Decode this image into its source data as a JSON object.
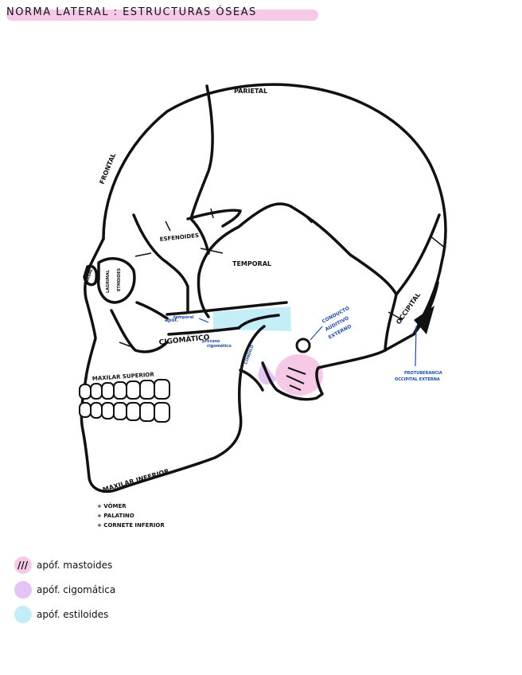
{
  "title": "NORMA LATERAL : ESTRUCTURAS ÓSEAS",
  "colors": {
    "mastoid": "#f6c9e6",
    "zygomatic": "#e3c4f4",
    "styloid": "#c4eef7",
    "ink": "#111111",
    "blue": "#1d4fa3"
  },
  "labels": {
    "frontal": "FRONTAL",
    "parietal": "PARIETAL",
    "esfenoides": "ESFENOIDES",
    "temporal": "TEMPORAL",
    "occipital": "OCCIPITAL",
    "nasal": "NASAL",
    "lagrimal": "LAGRIMAL",
    "etmoides": "ETMOIDES",
    "cigomatico": "CIGOMÁTICO",
    "maxilar_superior": "MAXILAR SUPERIOR",
    "maxilar_inferior": "MAXILAR INFERIOR"
  },
  "blue_labels": {
    "apof_line1": "apóf.",
    "apof_line2": "temporal",
    "apof_zig_line1": "proceso",
    "apof_zig_line2": "cigomático",
    "conducto_line1": "CONDUCTO",
    "conducto_line2": "AUDITIVO",
    "conducto_line3": "EXTERNO",
    "condilo": "CÓNDILO",
    "protuberancia_line1": "PROTUBERANCIA",
    "protuberancia_line2": "OCCIPITAL EXTERNA"
  },
  "notes": [
    "+ VÓMER",
    "+ PALATINO",
    "+ CORNETE INFERIOR"
  ],
  "legend": [
    {
      "label": "apóf. mastoides",
      "color": "#f6c9e6",
      "hatch": "///"
    },
    {
      "label": "apóf. cigomática",
      "color": "#e3c4f4",
      "hatch": ""
    },
    {
      "label": "apóf. estiloides",
      "color": "#c4eef7",
      "hatch": ""
    }
  ]
}
